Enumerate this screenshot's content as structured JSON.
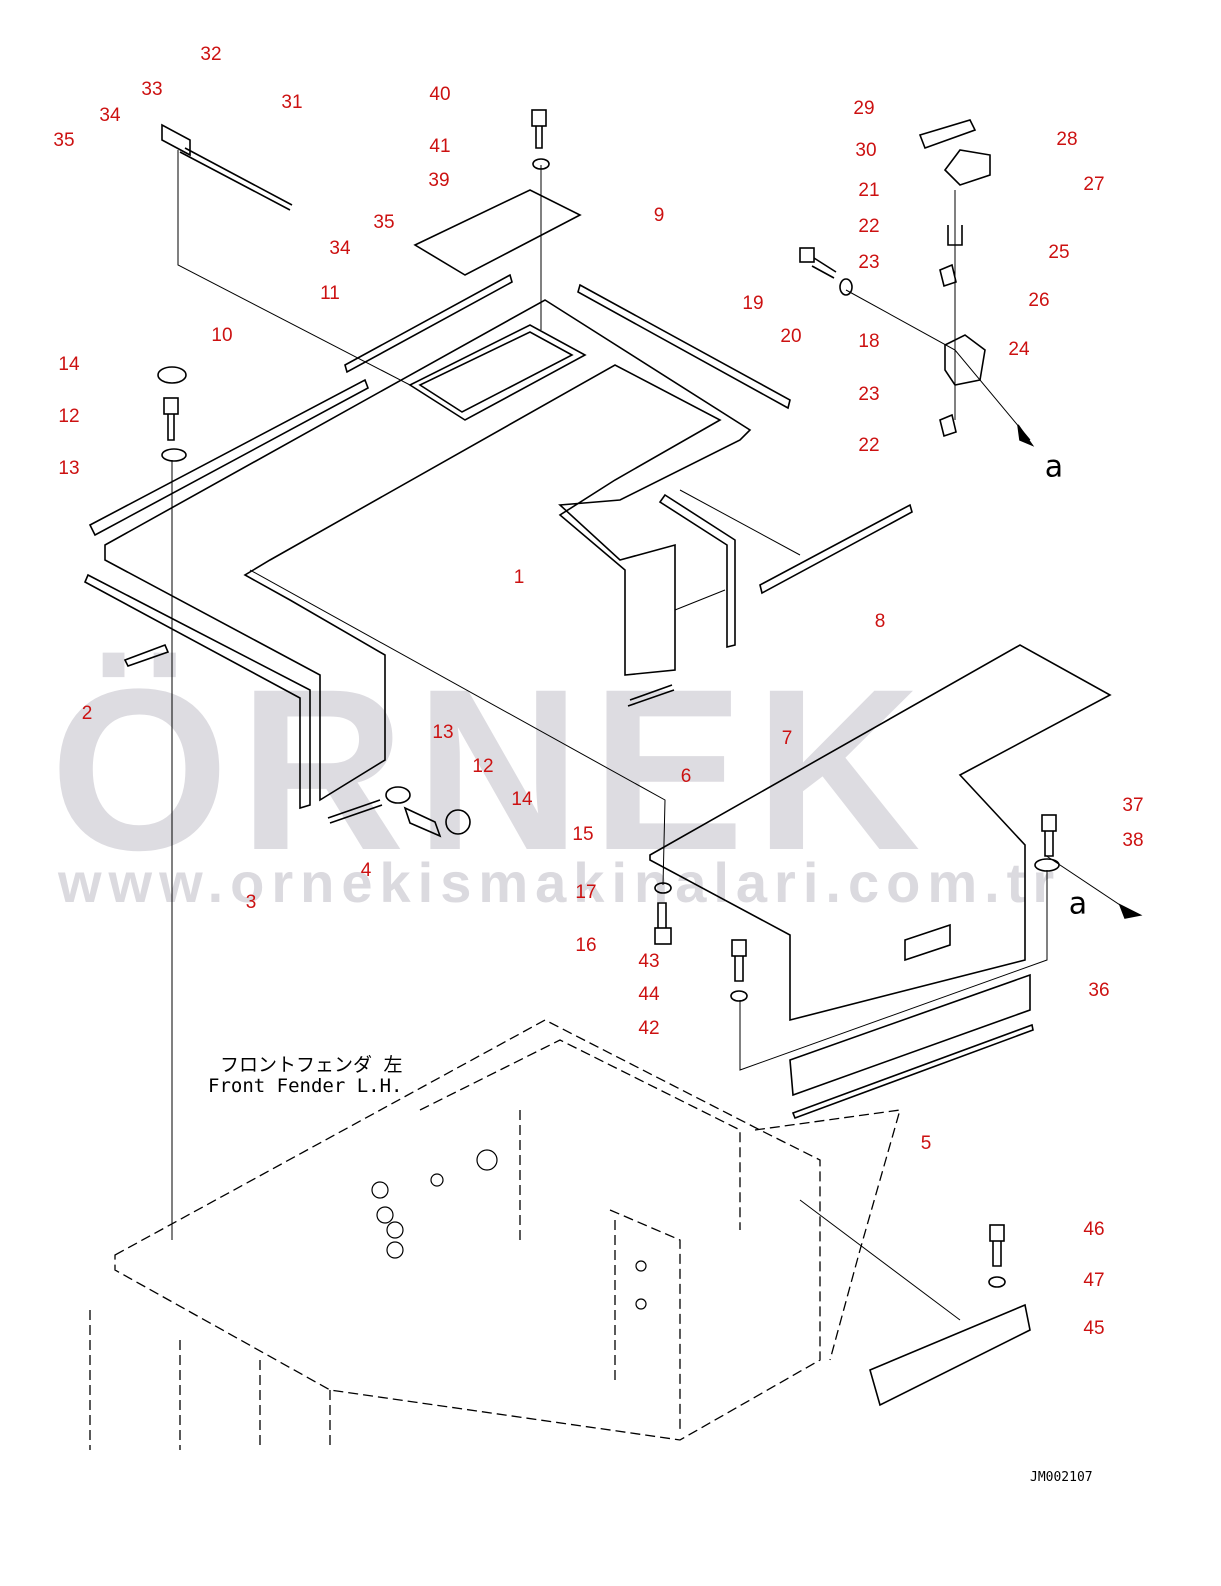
{
  "watermark": {
    "brand": "ÖRNEK",
    "url": "www.ornekismakinalari.com.tr"
  },
  "caption": {
    "japanese": "フロントフェンダ 左",
    "english": "Front Fender L.H."
  },
  "drawing_code": "JM002107",
  "view_marker": "a",
  "callouts": [
    "32",
    "33",
    "31",
    "34",
    "35",
    "35",
    "34",
    "40",
    "41",
    "39",
    "9",
    "11",
    "10",
    "14",
    "12",
    "13",
    "1",
    "8",
    "2",
    "7",
    "6",
    "13",
    "12",
    "14",
    "4",
    "3",
    "15",
    "17",
    "16",
    "29",
    "30",
    "28",
    "27",
    "21",
    "22",
    "23",
    "25",
    "26",
    "19",
    "20",
    "18",
    "24",
    "23",
    "22",
    "37",
    "38",
    "43",
    "44",
    "36",
    "42",
    "5",
    "46",
    "47",
    "45"
  ],
  "colors": {
    "callout": "#cc1111",
    "line": "#000000",
    "watermark": "#d8d6dc"
  }
}
